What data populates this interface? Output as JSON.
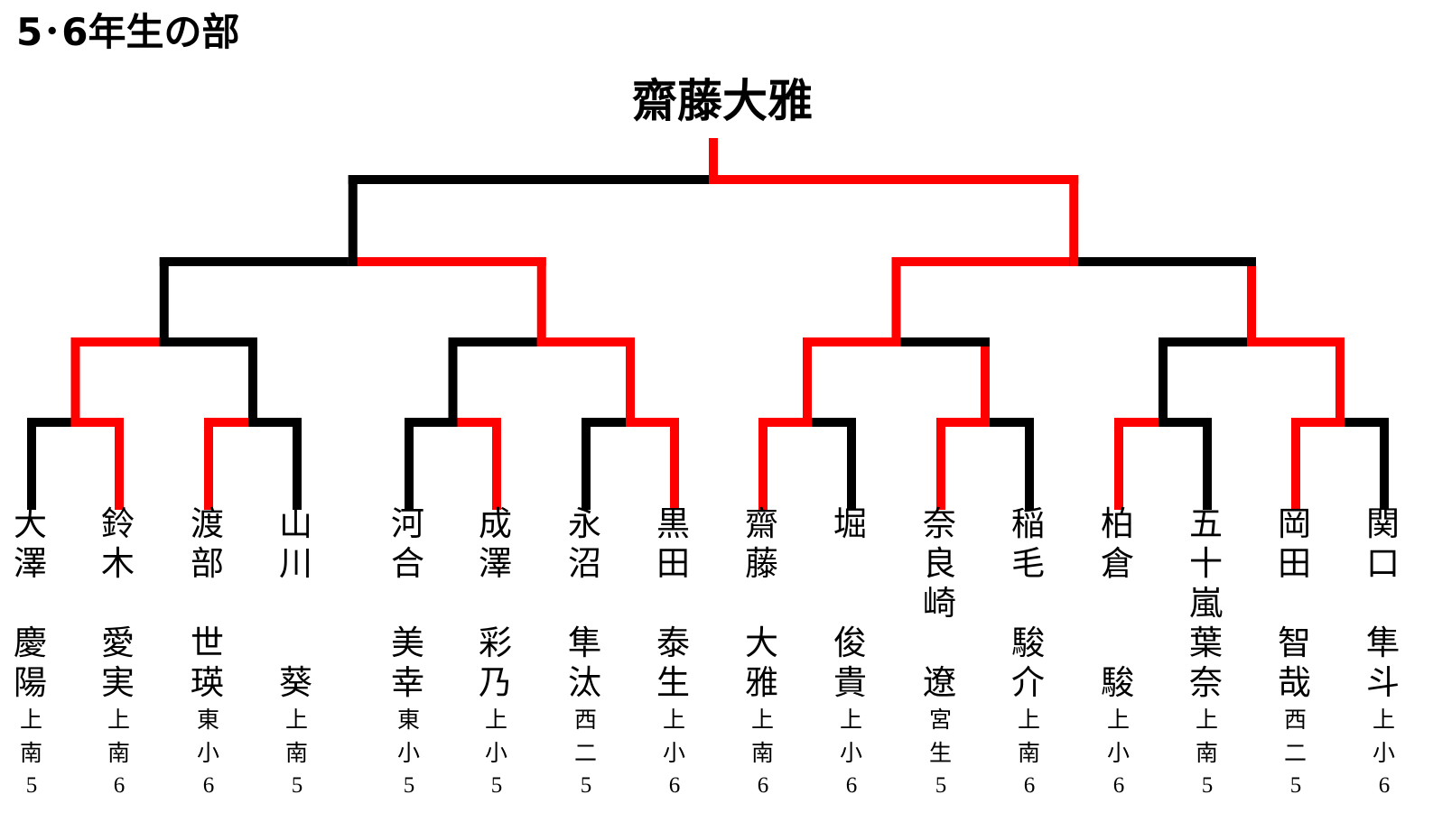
{
  "title": "5･6年生の部",
  "winner": "齋藤大雅",
  "colors": {
    "winner_path": "#ff0000",
    "loser_path": "#000000",
    "text": "#000000",
    "background": "#ffffff"
  },
  "players": [
    {
      "surname": "大澤",
      "given": "慶陽",
      "school": "上南",
      "grade": "5",
      "won_rounds": 0
    },
    {
      "surname": "鈴木",
      "given": "愛実",
      "school": "上南",
      "grade": "6",
      "won_rounds": 2
    },
    {
      "surname": "渡部",
      "given": "世瑛",
      "school": "東小",
      "grade": "6",
      "won_rounds": 1
    },
    {
      "surname": "山川",
      "given": "葵",
      "school": "上南",
      "grade": "5",
      "won_rounds": 0
    },
    {
      "surname": "河合",
      "given": "美幸",
      "school": "東小",
      "grade": "5",
      "won_rounds": 0
    },
    {
      "surname": "成澤",
      "given": "彩乃",
      "school": "上小",
      "grade": "5",
      "won_rounds": 1
    },
    {
      "surname": "永沼",
      "given": "隼汰",
      "school": "西二",
      "grade": "5",
      "won_rounds": 0
    },
    {
      "surname": "黒田",
      "given": "泰生",
      "school": "上小",
      "grade": "6",
      "won_rounds": 3
    },
    {
      "surname": "齋藤",
      "given": "大雅",
      "school": "上南",
      "grade": "6",
      "won_rounds": 4
    },
    {
      "surname": "堀",
      "given": "俊貴",
      "school": "上小",
      "grade": "6",
      "won_rounds": 0
    },
    {
      "surname": "奈良崎",
      "given": "遼",
      "school": "宮生",
      "grade": "5",
      "won_rounds": 2
    },
    {
      "surname": "稲毛",
      "given": "駿介",
      "school": "上南",
      "grade": "6",
      "won_rounds": 0
    },
    {
      "surname": "柏倉",
      "given": "駿",
      "school": "上小",
      "grade": "6",
      "won_rounds": 1
    },
    {
      "surname": "五十嵐",
      "given": "葉奈",
      "school": "上南",
      "grade": "5",
      "won_rounds": 0
    },
    {
      "surname": "岡田",
      "given": "智哉",
      "school": "西二",
      "grade": "5",
      "won_rounds": 3
    },
    {
      "surname": "関口",
      "given": "隼斗",
      "school": "上小",
      "grade": "6",
      "won_rounds": 0
    }
  ]
}
